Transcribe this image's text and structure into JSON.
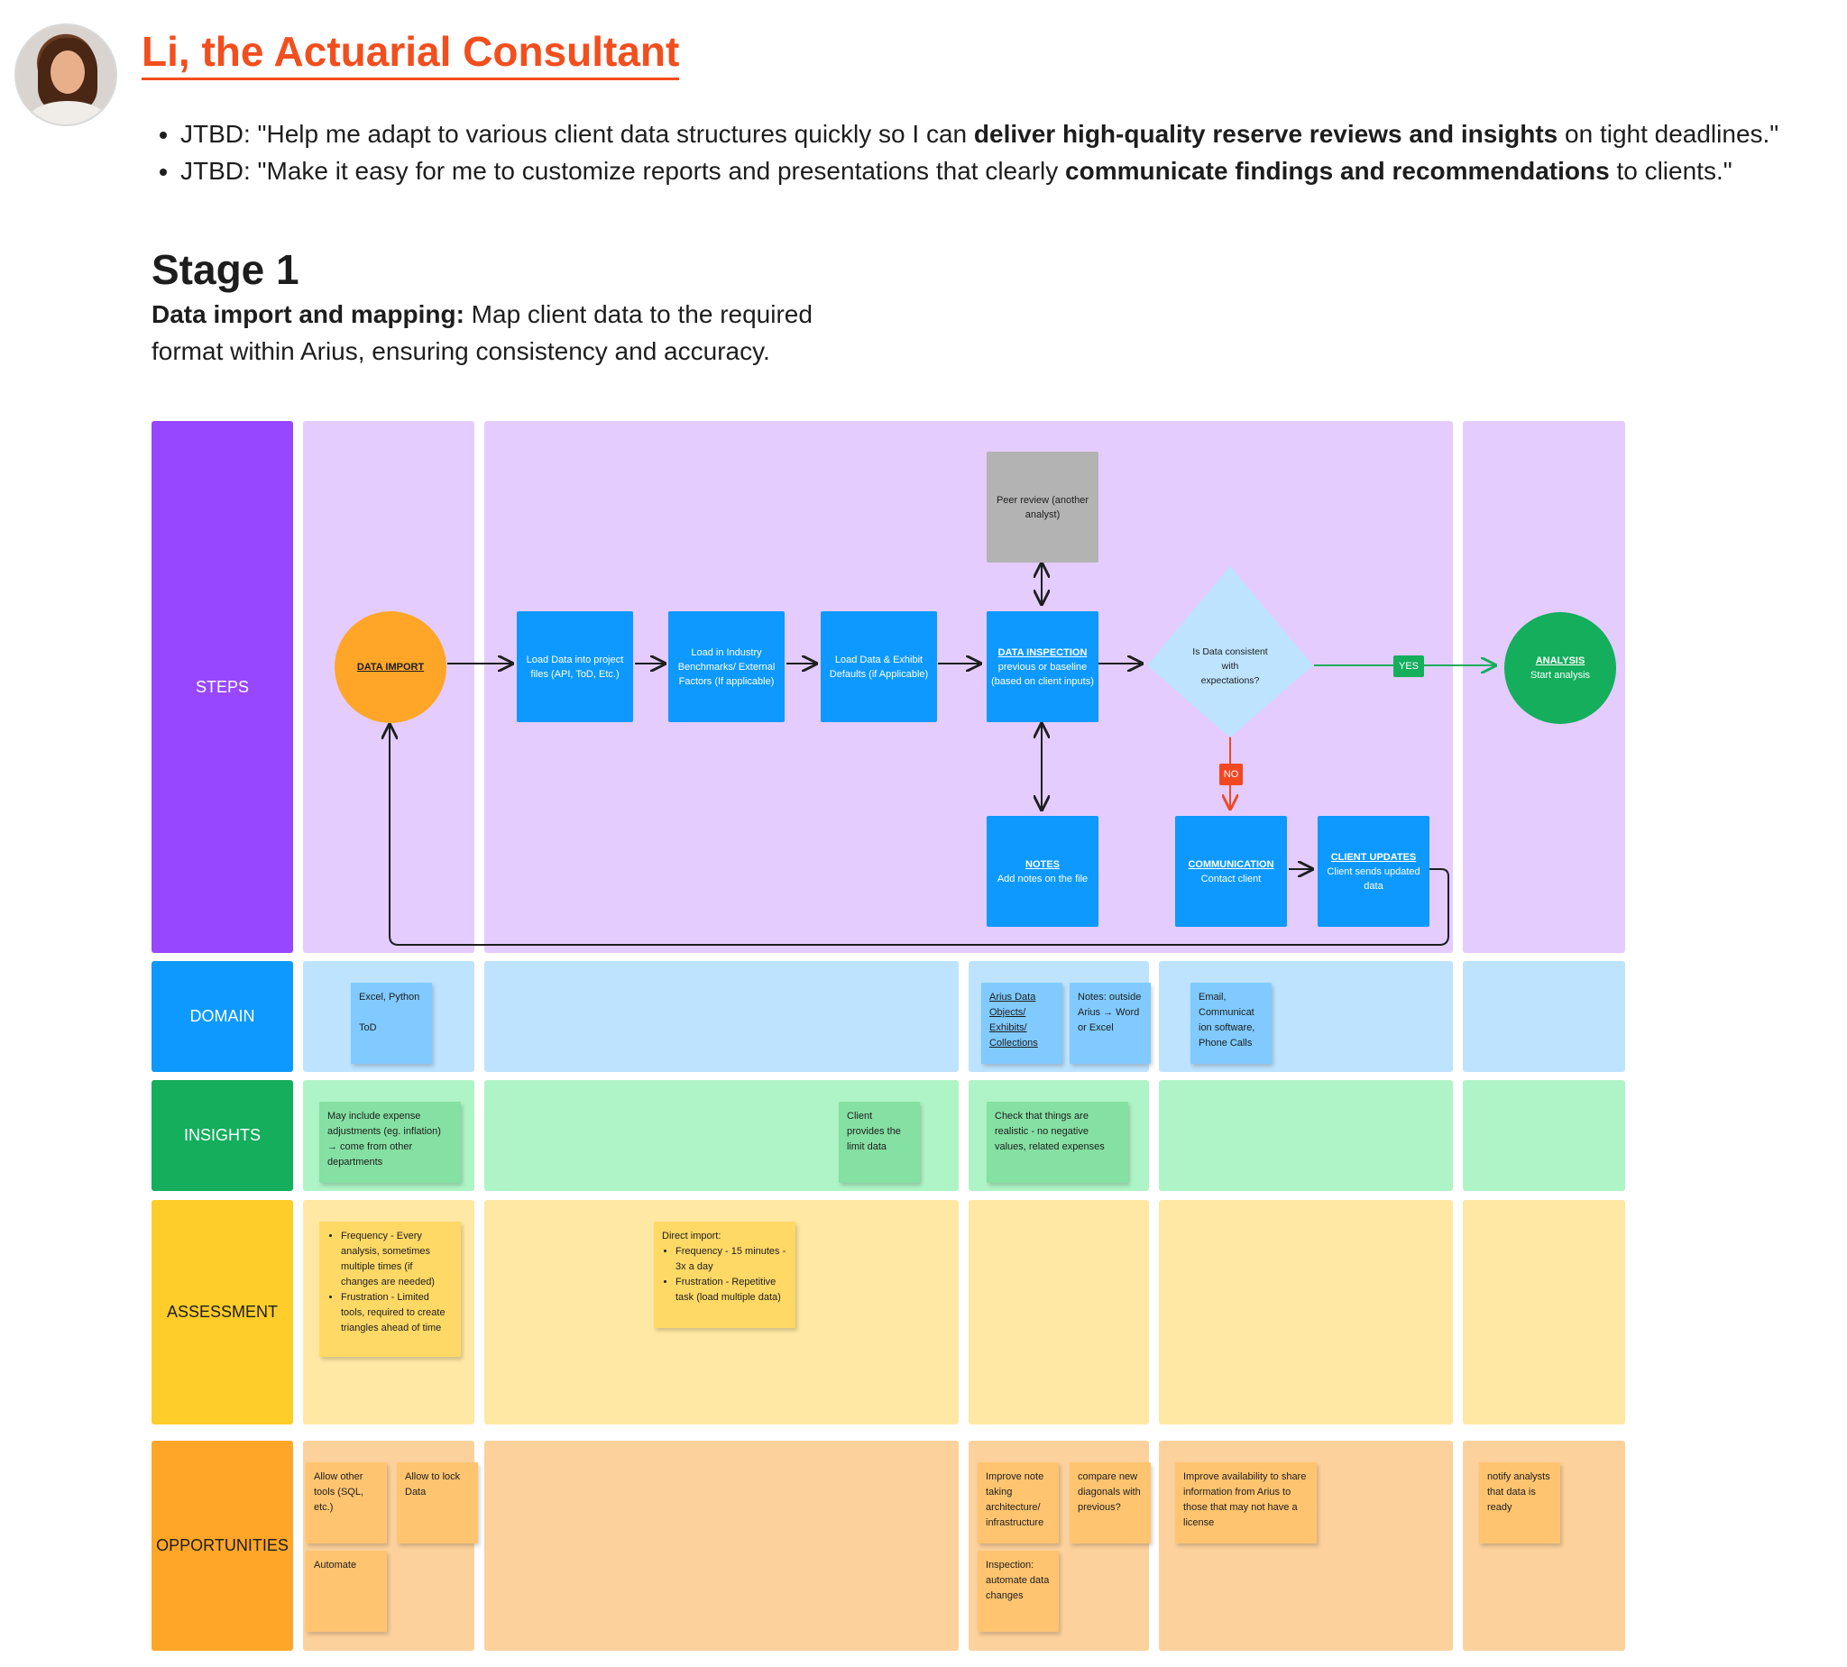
{
  "header": {
    "title": "Li, the Actuarial Consultant",
    "jtbd": [
      {
        "prefix": "JTBD: \"Help me adapt to various client data structures quickly so I can ",
        "bold": "deliver high-quality reserve reviews and insights",
        "suffix": " on tight deadlines.\""
      },
      {
        "prefix": "JTBD: \"Make it easy for me to customize reports and presentations that clearly ",
        "bold": "communicate findings and recommendations",
        "suffix": " to clients.\""
      }
    ]
  },
  "stage": {
    "title": "Stage 1",
    "desc_bold": "Data import and mapping:",
    "desc": " Map client data to the required format within Arius, ensuring consistency and accuracy."
  },
  "lanes": [
    "STEPS",
    "DOMAIN",
    "INSIGHTS",
    "ASSESSMENT",
    "OPPORTUNITIES"
  ],
  "colors": {
    "steps": "#9747ff",
    "steps_bg": "#e4ccff",
    "domain": "#0d99ff",
    "domain_bg": "#bde3ff",
    "insights": "#14ae5c",
    "insights_bg": "#aff4c6",
    "assessment": "#ffcd29",
    "assessment_bg": "#ffe8a3",
    "opportunities": "#ffa629",
    "opportunities_bg": "#fcd19c",
    "process": "#0d99ff",
    "start": "#ffa629",
    "end": "#14ae5c",
    "decision": "#bde3ff",
    "peer": "#b3b3b3",
    "yes": "#14ae5c",
    "no": "#f24822"
  },
  "flow": {
    "data_import": "DATA IMPORT",
    "load_project": "Load Data into project files (API, ToD, Etc.)",
    "load_benchmarks": "Load in Industry Benchmarks/ External Factors (If applicable)",
    "load_defaults": "Load Data & Exhibit Defaults (if Applicable)",
    "inspection_title": "DATA INSPECTION",
    "inspection_text": "previous or baseline (based on client inputs)",
    "peer_review": "Peer review (another analyst)",
    "decision": "Is Data consistent with expectations?",
    "yes": "YES",
    "no": "NO",
    "analysis_title": "ANALYSIS",
    "analysis_text": "Start analysis",
    "notes_title": "NOTES",
    "notes_text": "Add notes on the file",
    "communication_title": "COMMUNICATION",
    "communication_text": "Contact client",
    "client_updates_title": "CLIENT UPDATES",
    "client_updates_text": "Client sends updated data"
  },
  "domain": {
    "excel": "Excel, Python",
    "tod": "ToD",
    "arius": "Arius Data Objects/ Exhibits/ Collections",
    "notes": "Notes: outside Arius → Word or Excel",
    "email": "Email, Communicat ion software, Phone Calls"
  },
  "insights": {
    "expense": "May include expense adjustments (eg. inflation) → come from other departments",
    "limit": "Client provides the limit data",
    "realistic": "Check that things are realistic - no negative values, related expenses"
  },
  "assessment": {
    "col1": [
      "Frequency - Every analysis, sometimes multiple times (if changes are needed)",
      "Frustration - Limited tools, required to create triangles ahead of time"
    ],
    "col2_title": "Direct import:",
    "col2": [
      "Frequency - 15 minutes - 3x a day",
      "Frustration - Repetitive task (load multiple data)"
    ]
  },
  "opportunities": {
    "tools": "Allow other tools (SQL, etc.)",
    "lock": "Allow to lock Data",
    "automate": "Automate",
    "note_taking": "Improve note taking architecture/ infrastructure",
    "diagonals": "compare new diagonals with previous?",
    "inspection": "Inspection: automate data changes",
    "availability": "Improve availability to share information from Arius to those that may not have a license",
    "notify": "notify analysts that data is ready"
  }
}
